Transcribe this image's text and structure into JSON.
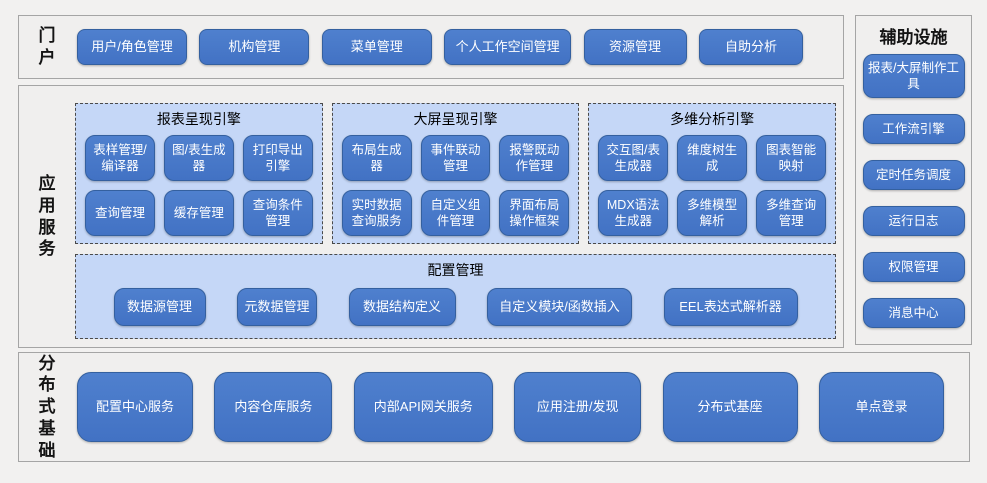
{
  "colors": {
    "node_blue": "#4577c8",
    "node_border": "#34609f",
    "panel_blue": "#c5d7f7",
    "panel_dash_border": "#4a4a4a",
    "section_bg": "#f0efee",
    "section_border": "#a5a5a5",
    "node_text": "#ffffff",
    "title_text": "#000000"
  },
  "portal": {
    "label": "门户",
    "items": [
      "用户/角色管理",
      "机构管理",
      "菜单管理",
      "个人工作空间管理",
      "资源管理",
      "自助分析"
    ]
  },
  "app_services": {
    "label": "应用服务",
    "engines": [
      {
        "title": "报表呈现引擎",
        "items": [
          "表样管理/编译器",
          "图/表生成器",
          "打印导出引擎",
          "查询管理",
          "缓存管理",
          "查询条件管理"
        ]
      },
      {
        "title": "大屏呈现引擎",
        "items": [
          "布局生成器",
          "事件联动管理",
          "报警既动作管理",
          "实时数据查询服务",
          "自定义组件管理",
          "界面布局操作框架"
        ]
      },
      {
        "title": "多维分析引擎",
        "items": [
          "交互图/表生成器",
          "维度树生成",
          "图表智能映射",
          "MDX语法生成器",
          "多维模型解析",
          "多维查询管理"
        ]
      }
    ],
    "config": {
      "title": "配置管理",
      "items": [
        "数据源管理",
        "元数据管理",
        "数据结构定义",
        "自定义模块/函数插入",
        "EEL表达式解析器"
      ]
    }
  },
  "distributed": {
    "label": "分布式基础",
    "items": [
      "配置中心服务",
      "内容仓库服务",
      "内部API网关服务",
      "应用注册/发现",
      "分布式基座",
      "单点登录"
    ]
  },
  "auxiliary": {
    "title": "辅助设施",
    "items": [
      "报表/大屏制作工具",
      "工作流引擎",
      "定时任务调度",
      "运行日志",
      "权限管理",
      "消息中心"
    ]
  }
}
